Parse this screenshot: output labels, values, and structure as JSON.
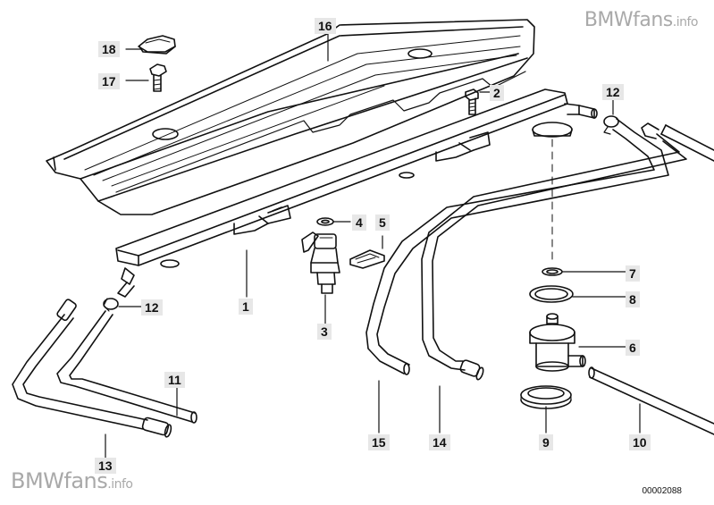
{
  "watermark": {
    "top_main": "BMWfans",
    "top_suffix": ".info",
    "bottom_main": "BMWfans",
    "bottom_suffix": ".info"
  },
  "drawing_number": "00002088",
  "callouts": {
    "c1": "1",
    "c2": "2",
    "c3": "3",
    "c4": "4",
    "c5": "5",
    "c6": "6",
    "c7": "7",
    "c8": "8",
    "c9": "9",
    "c10": "10",
    "c11": "11",
    "c12a": "12",
    "c12b": "12",
    "c13": "13",
    "c14": "14",
    "c15": "15",
    "c16": "16",
    "c17": "17",
    "c18": "18"
  },
  "colors": {
    "line": "#111111",
    "label_bg": "#e7e7e7",
    "watermark": "#a9a9a9"
  }
}
